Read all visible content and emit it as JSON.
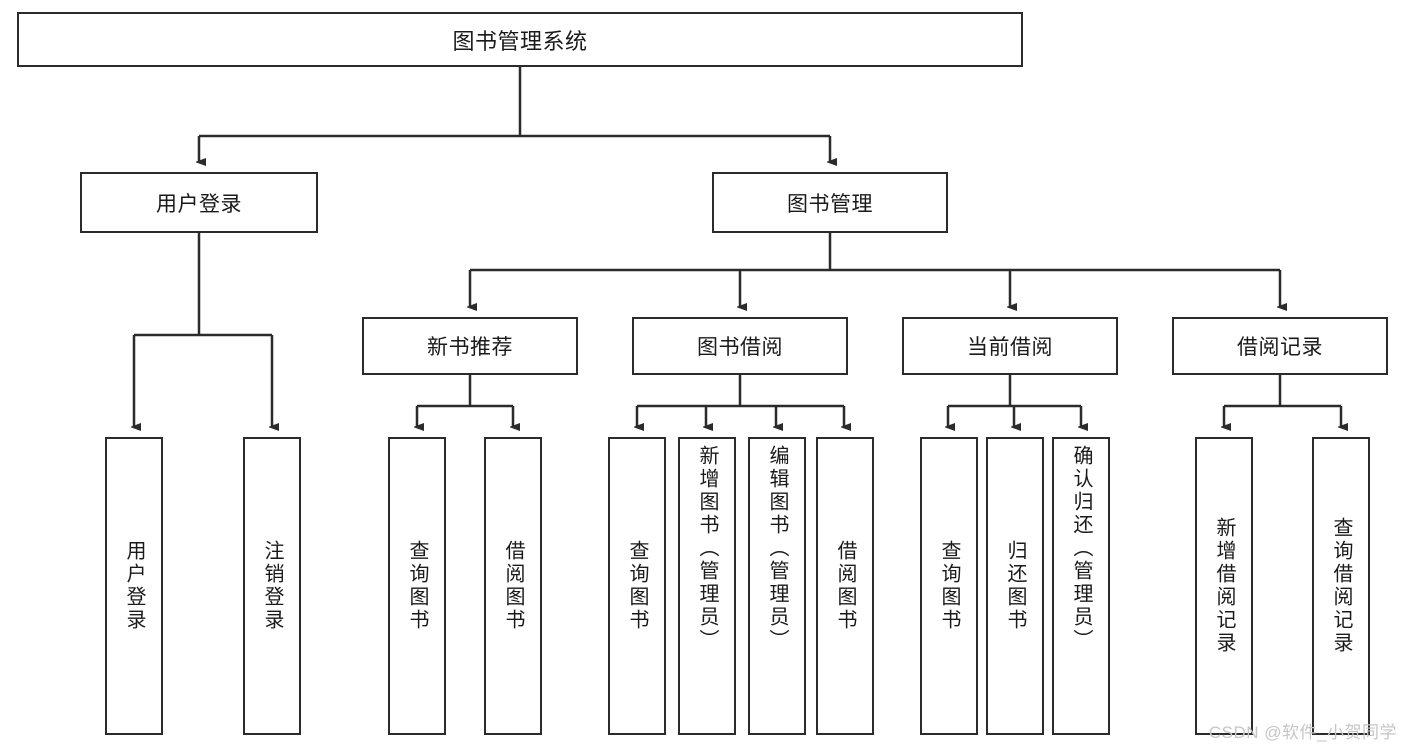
{
  "diagram": {
    "title": "图书管理系统",
    "watermark": "CSDN @软件_小贺同学",
    "level2": [
      {
        "label": "用户登录"
      },
      {
        "label": "图书管理"
      }
    ],
    "level3": [
      {
        "label": "新书推荐"
      },
      {
        "label": "图书借阅"
      },
      {
        "label": "当前借阅"
      },
      {
        "label": "借阅记录"
      }
    ],
    "leaves": [
      {
        "label": "用户登录"
      },
      {
        "label": "注销登录"
      },
      {
        "label": "查询图书"
      },
      {
        "label": "借阅图书"
      },
      {
        "label": "查询图书"
      },
      {
        "label": "新增图书（管理员）"
      },
      {
        "label": "编辑图书（管理员）"
      },
      {
        "label": "借阅图书"
      },
      {
        "label": "查询图书"
      },
      {
        "label": "归还图书"
      },
      {
        "label": "确认归还（管理员）"
      },
      {
        "label": "新增借阅记录"
      },
      {
        "label": "查询借阅记录"
      }
    ]
  }
}
